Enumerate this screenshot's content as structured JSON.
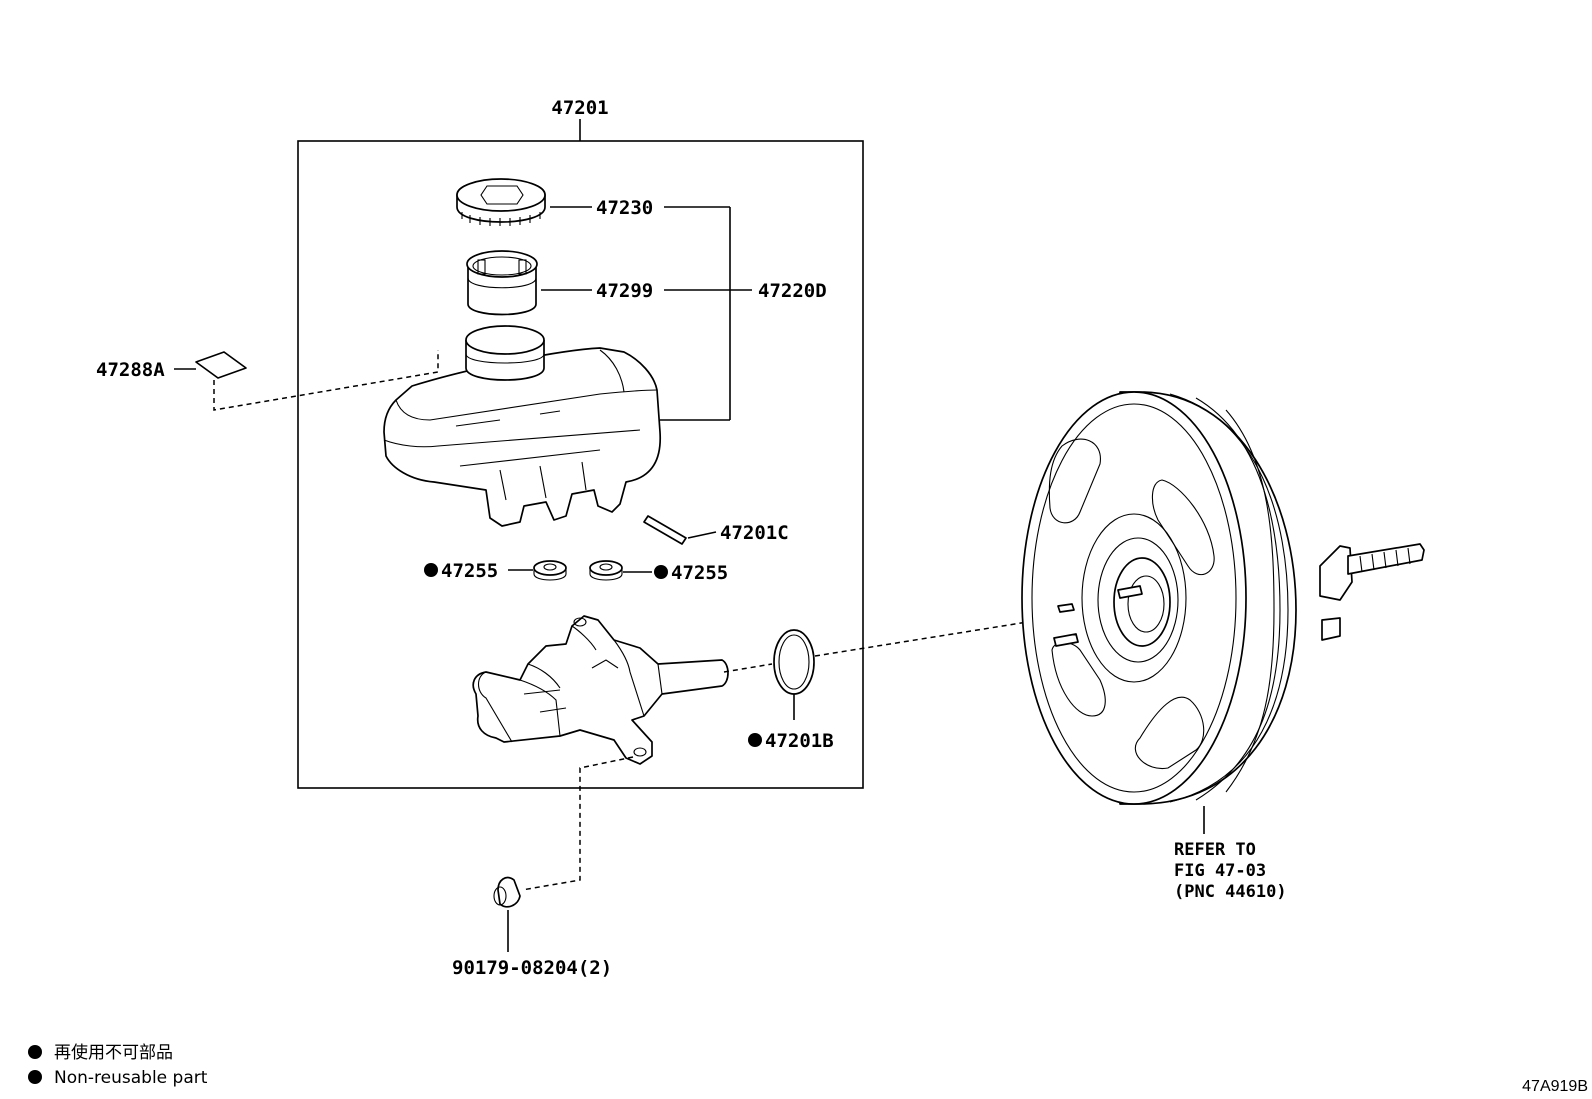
{
  "parts": {
    "assembly": "47201",
    "cap": "47230",
    "strainer": "47299",
    "reservoir_sub_assy": "47220D",
    "label_plate": "47288A",
    "pin": "47201C",
    "grommet_left": "47255",
    "grommet_right": "47255",
    "o_ring": "47201B",
    "plug": "90179-08204(2)"
  },
  "booster_note": {
    "line1": "REFER TO",
    "line2": "FIG 47-03",
    "line3": "(PNC 44610)"
  },
  "legend": {
    "japanese": "再使用不可部品",
    "english": "Non-reusable part"
  },
  "figure_code": "47A919B"
}
